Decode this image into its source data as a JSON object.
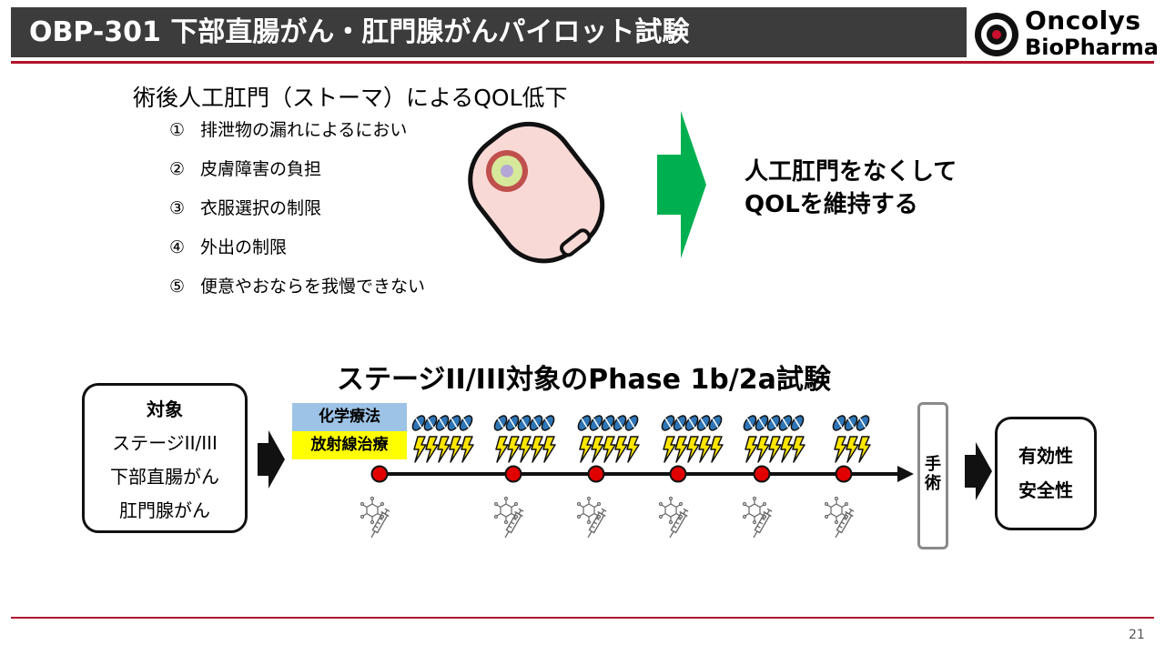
{
  "header": {
    "title": "OBP-301 下部直腸がん・肛門腺がんパイロット試験",
    "logo_line1": "Oncolys",
    "logo_line2": "BioPharma"
  },
  "problem": {
    "heading": "術後人工肛門（ストーマ）によるQOL低下",
    "items": [
      {
        "num": "①",
        "text": "排泄物の漏れによるにおい"
      },
      {
        "num": "②",
        "text": "皮膚障害の負担"
      },
      {
        "num": "③",
        "text": "衣服選択の制限"
      },
      {
        "num": "④",
        "text": "外出の制限"
      },
      {
        "num": "⑤",
        "text": "便意やおならを我慢できない"
      }
    ]
  },
  "goal": {
    "line1": "人工肛門をなくして",
    "line2": "QOLを維持する"
  },
  "trial": {
    "title": "ステージII/III対象のPhase 1b/2a試験",
    "target_title": "対象",
    "target_lines": [
      "ステージII/III",
      "下部直腸がん",
      "肛門腺がん"
    ],
    "chemo_label": "化学療法",
    "radio_label": "放射線治療",
    "surgery_label": "手術",
    "outcome_lines": [
      "有効性",
      "安全性"
    ]
  },
  "colors": {
    "title_bar": "#3c3c3c",
    "accent_rule": "#b1142c",
    "arrow_green": "#00b050",
    "chemo_bg": "#9dc3e6",
    "radio_bg": "#ffff00",
    "dose_dot": "#e00000",
    "stoma_bag": "#f9d9d6"
  },
  "footer": {
    "page_number": "21"
  }
}
